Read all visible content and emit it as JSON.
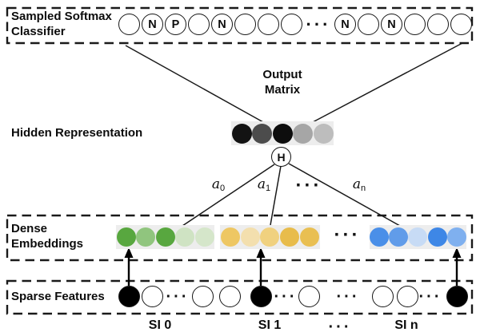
{
  "classifier_box": {
    "label_line1": "Sampled Softmax",
    "label_line2": "Classifier",
    "nodes": [
      "",
      "N",
      "P",
      "",
      "N",
      "",
      "",
      "",
      "···",
      "N",
      "",
      "N",
      "",
      "",
      ""
    ]
  },
  "output_matrix": {
    "line1": "Output",
    "line2": "Matrix"
  },
  "hidden": {
    "label": "Hidden Representation",
    "h_label": "H",
    "node_colors": [
      "#131313",
      "#4c4c4c",
      "#0d0d0d",
      "#a6a6a6",
      "#bdbdbd"
    ]
  },
  "attention": {
    "labels": [
      {
        "base": "a",
        "sub": "0"
      },
      {
        "base": "a",
        "sub": "1"
      },
      {
        "base": "···",
        "sub": ""
      },
      {
        "base": "a",
        "sub": "n"
      }
    ]
  },
  "dense": {
    "label_line1": "Dense",
    "label_line2": "Embeddings",
    "dots": "···",
    "groups": [
      {
        "name": "embedding-si0",
        "colors": [
          "#58a73f",
          "#90c57e",
          "#58a73f",
          "#cfe3c3",
          "#d5e6ca"
        ]
      },
      {
        "name": "embedding-si1",
        "colors": [
          "#eec763",
          "#f3dfae",
          "#f0d17f",
          "#e8bc4b",
          "#e9bf52"
        ]
      },
      {
        "name": "embedding-sin",
        "colors": [
          "#4a8fe8",
          "#619ce9",
          "#c7dbf5",
          "#3e87e6",
          "#7fb0ef"
        ]
      }
    ]
  },
  "sparse": {
    "label": "Sparse Features",
    "nodes": [
      "filled",
      "empty",
      "dots",
      "empty",
      "empty",
      "filled",
      "dots",
      "empty",
      "dots",
      "empty",
      "empty",
      "dots",
      "filled"
    ]
  },
  "si_labels": [
    "SI 0",
    "SI 1",
    "···",
    "SI n"
  ],
  "colors": {
    "line": "#1a1a1a",
    "strip_bg": "#ededed"
  }
}
